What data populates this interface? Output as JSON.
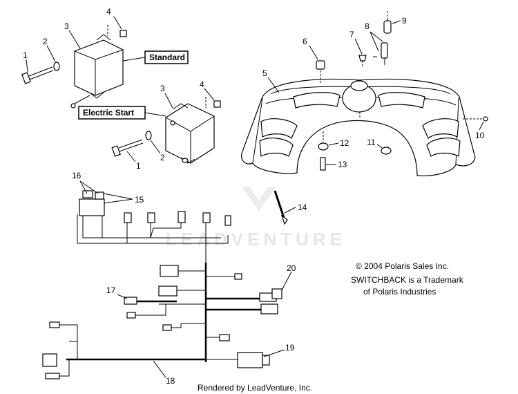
{
  "labels": {
    "n1a": "1",
    "n2a": "2",
    "n3a": "3",
    "n4a": "4",
    "n1b": "1",
    "n2b": "2",
    "n3b": "3",
    "n4b": "4",
    "n5": "5",
    "n6": "6",
    "n7": "7",
    "n8": "8",
    "n9": "9",
    "n10": "10",
    "n11": "11",
    "n12": "12",
    "n13": "13",
    "n14": "14",
    "n15": "15",
    "n16": "16",
    "n17": "17",
    "n18": "18",
    "n19": "19",
    "n20": "20"
  },
  "callouts": {
    "standard": "Standard",
    "electric_start": "Electric Start"
  },
  "notes": {
    "copyright": "© 2004 Polaris Sales Inc.",
    "trademark_line1": "SWITCHBACK is a Trademark",
    "trademark_line2": "of Polaris Industries"
  },
  "watermark": "LEADVENTURE",
  "footer": "Rendered by LeadVenture, Inc."
}
